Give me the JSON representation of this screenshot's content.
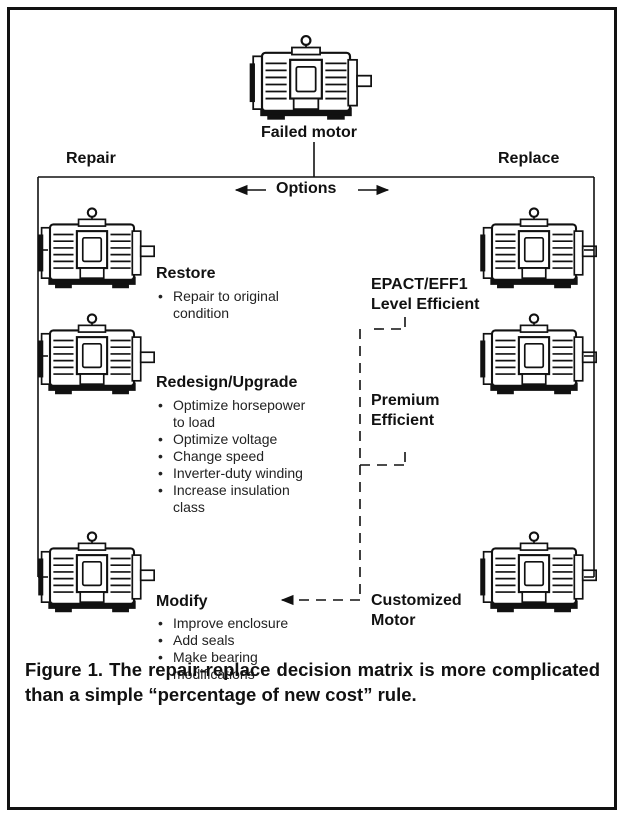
{
  "nodes": {
    "failed_motor": "Failed motor",
    "repair": "Repair",
    "replace": "Replace",
    "options": "Options"
  },
  "repair_options": [
    {
      "title": "Restore",
      "items": [
        "Repair to original",
        "condition"
      ]
    },
    {
      "title": "Redesign/Upgrade",
      "items": [
        "Optimize horsepower",
        "to load",
        "Optimize voltage",
        "Change speed",
        "Inverter-duty winding",
        "Increase insulation",
        "class"
      ]
    },
    {
      "title": "Modify",
      "items": [
        "Improve enclosure",
        "Add seals",
        "Make bearing",
        "modifications"
      ]
    }
  ],
  "replace_options": [
    {
      "lines": [
        "EPACT/EFF1",
        "Level Efficient"
      ]
    },
    {
      "lines": [
        "Premium",
        "Efficient"
      ]
    },
    {
      "lines": [
        "Customized",
        "Motor"
      ]
    }
  ],
  "caption": "Figure 1. The repair-replace decision matrix is more complicated than a simple “percentage of new cost” rule."
}
